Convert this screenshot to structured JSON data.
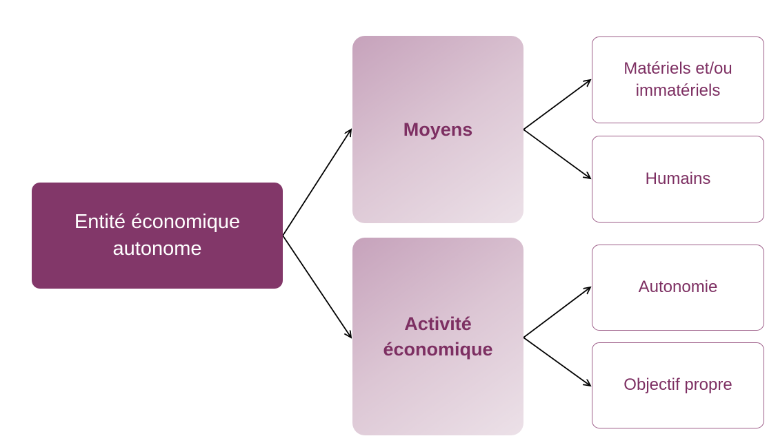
{
  "diagram": {
    "root": {
      "label": "Entité économique autonome"
    },
    "branches": [
      {
        "label": "Moyens",
        "children": [
          {
            "label": "Matériels et/ou immatériels"
          },
          {
            "label": "Humains"
          }
        ]
      },
      {
        "label": "Activité économique",
        "children": [
          {
            "label": "Autonomie"
          },
          {
            "label": "Objectif propre"
          }
        ]
      }
    ]
  },
  "colors": {
    "root_fill": "#823769",
    "branch_gradient_start": "#c6a2bb",
    "branch_gradient_end": "#ece1e8",
    "accent_text": "#7d2f62",
    "leaf_border": "#9b5a86",
    "connector": "#000000"
  }
}
